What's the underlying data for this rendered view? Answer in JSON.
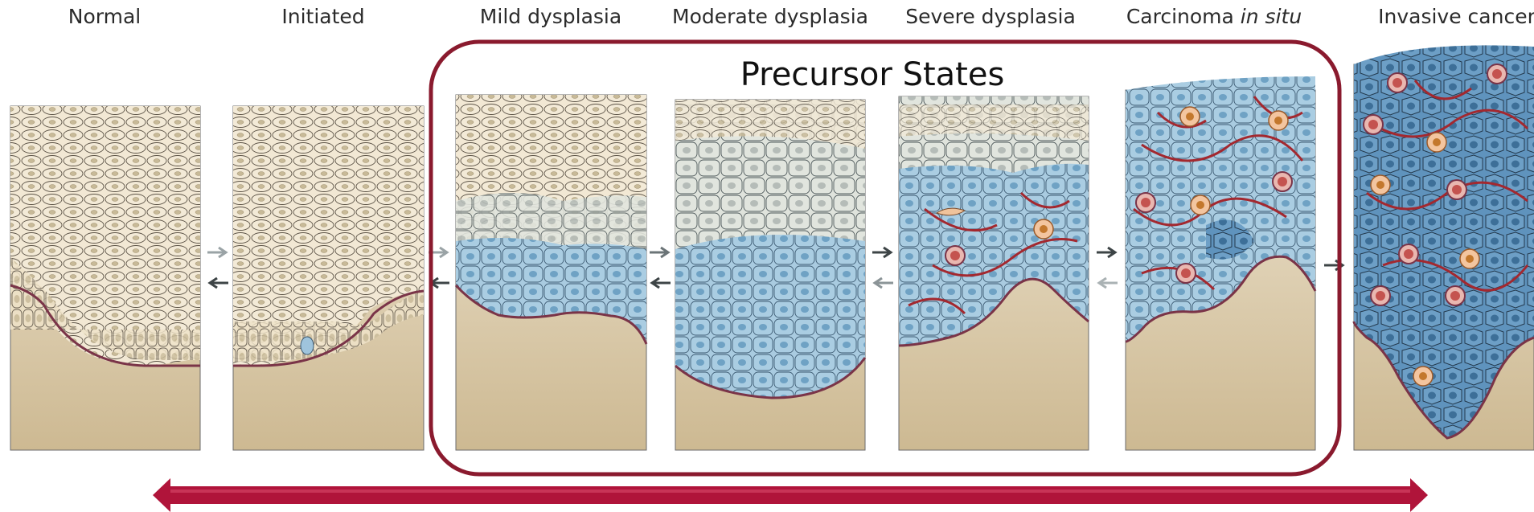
{
  "stages": [
    {
      "label": "Normal"
    },
    {
      "label": "Initiated"
    },
    {
      "label": "Mild dysplasia"
    },
    {
      "label": "Moderate dysplasia"
    },
    {
      "label": "Severe dysplasia"
    },
    {
      "label_plain": "Carcinoma ",
      "label_italic": "in situ"
    },
    {
      "label": "Invasive cancer"
    }
  ],
  "precursor_box": {
    "title": "Precursor States"
  },
  "colors": {
    "frame": "#8a1a2e",
    "arrow_red": "#b0143a",
    "normal_cell": "#f1e7d2",
    "precursor_cell": "#a9cbe0",
    "cancer_cell": "#4a82b0",
    "stroma": "#d8c7a3",
    "vessel": "#a3282f"
  },
  "icons": {
    "forward_arrow": "right-arrow-icon",
    "reverse_arrow": "left-arrow-icon",
    "progression_arrow": "double-headed-arrow"
  }
}
